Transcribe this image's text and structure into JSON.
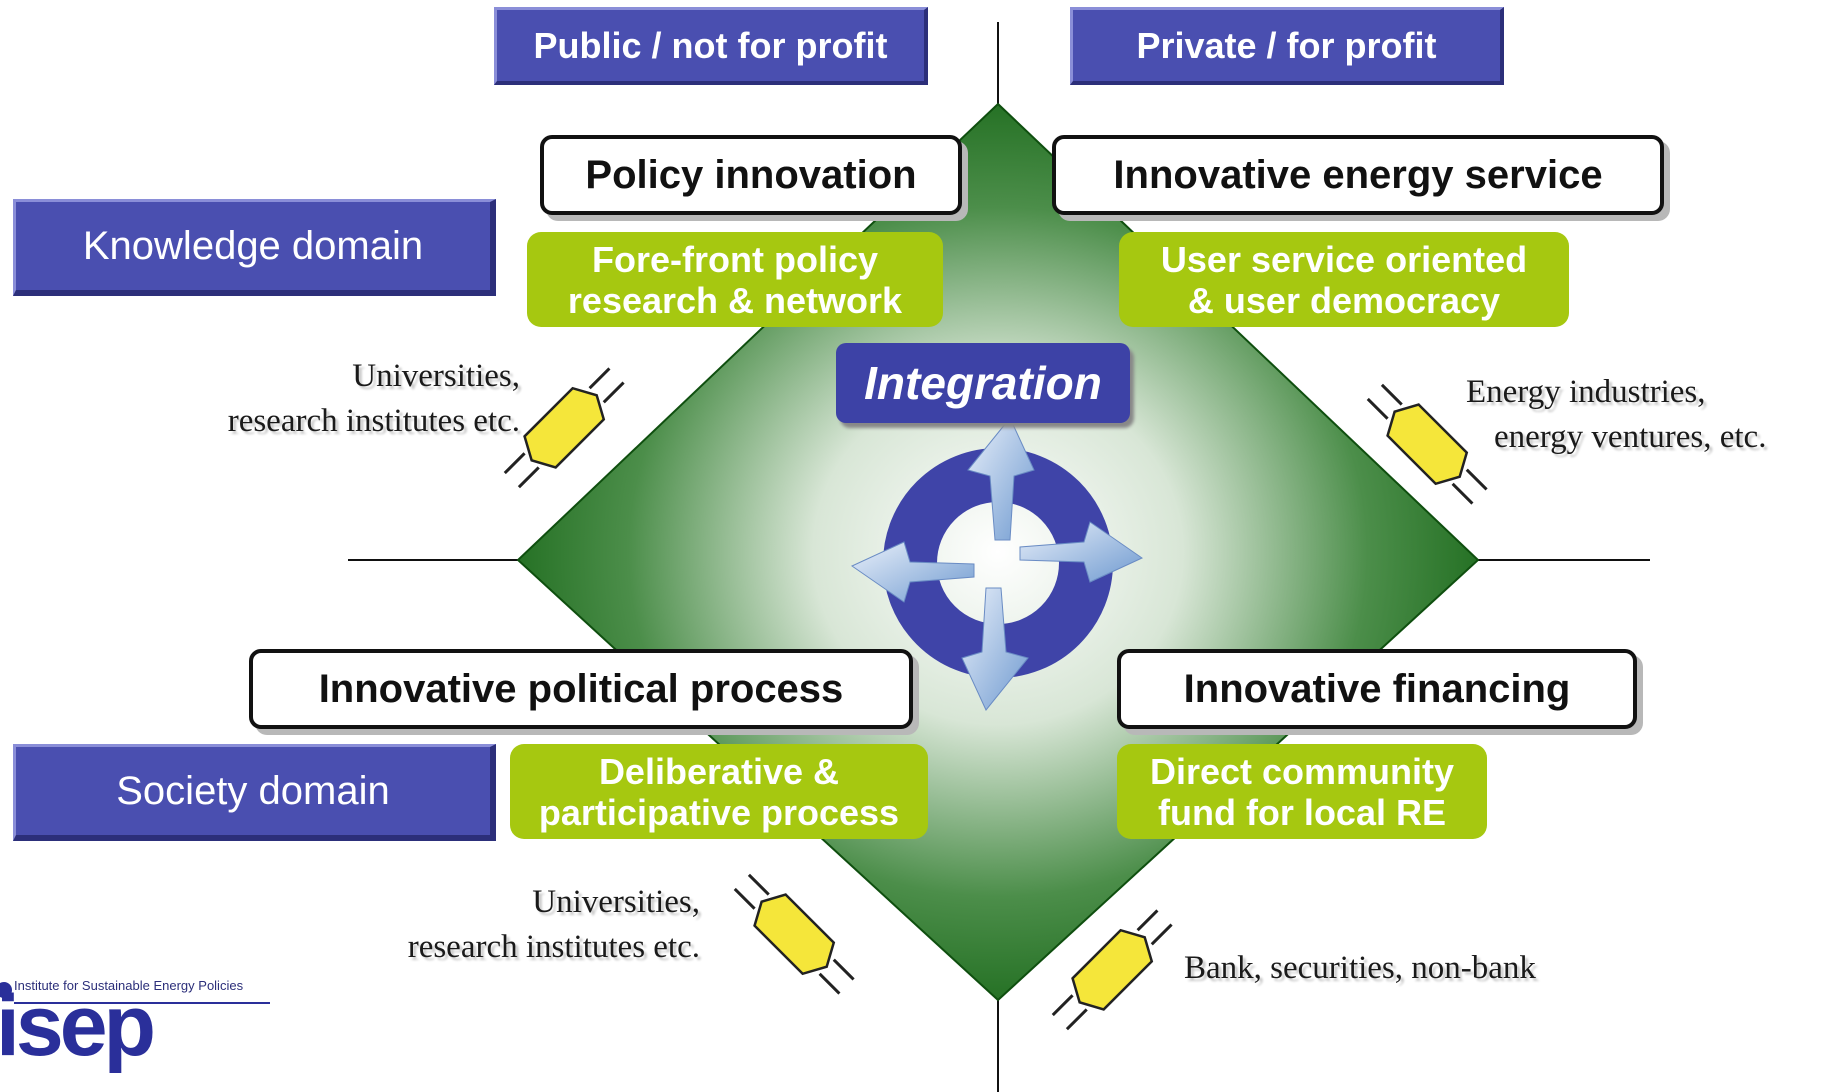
{
  "headers": {
    "public": "Public / not for profit",
    "private": "Private / for profit"
  },
  "domains": {
    "knowledge": "Knowledge domain",
    "society": "Society domain"
  },
  "quadrants": {
    "top_left": {
      "title": "Policy innovation",
      "detail_line1": "Fore-front policy",
      "detail_line2": "research & network"
    },
    "top_right": {
      "title": "Innovative energy service",
      "detail_line1": "User service oriented",
      "detail_line2": "& user democracy"
    },
    "bottom_left": {
      "title": "Innovative political process",
      "detail_line1": "Deliberative &",
      "detail_line2": "participative process"
    },
    "bottom_right": {
      "title": "Innovative financing",
      "detail_line1": "Direct community",
      "detail_line2": "fund for local RE"
    }
  },
  "center_label": "Integration",
  "actors": {
    "top_left_line1": "Universities,",
    "top_left_line2": "research institutes etc.",
    "top_right_line1": "Energy industries,",
    "top_right_line2": "energy ventures, etc.",
    "bottom_left_line1": "Universities,",
    "bottom_left_line2": "research institutes etc.",
    "bottom_right": "Bank, securities, non-bank"
  },
  "logo": {
    "subtitle": "Institute for Sustainable Energy Policies",
    "name": "isep"
  },
  "colors": {
    "header_blue": "#4a4fb0",
    "diamond_green": "#1e6e1e",
    "accent_green": "#a6c810",
    "connector_yellow": "#f5e63a"
  }
}
